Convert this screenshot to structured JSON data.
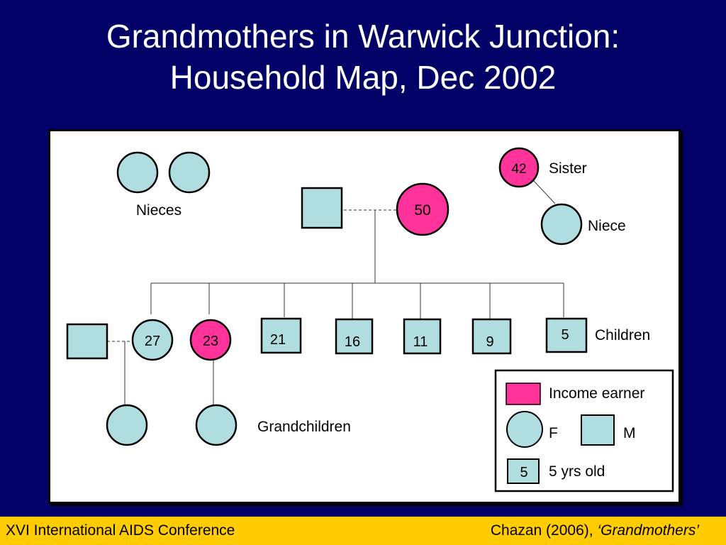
{
  "title": {
    "line1": "Grandmothers in Warwick Junction:",
    "line2": "Household Map, Dec 2002"
  },
  "colors": {
    "background": "#000066",
    "income_earner": "#ff3399",
    "person": "#b0dde0",
    "footer": "#ffcc00"
  },
  "labels": {
    "nieces": "Nieces",
    "sister": "Sister",
    "niece": "Niece",
    "children": "Children",
    "grandchildren": "Grandchildren"
  },
  "people": {
    "grandmother_age": "50",
    "sister_age": "42",
    "children_ages": [
      "27",
      "23",
      "21",
      "16",
      "11",
      "9",
      "5"
    ]
  },
  "legend": {
    "income_earner": "Income earner",
    "female": "F",
    "male": "M",
    "age_example": "5",
    "age_example_label": "5 yrs old"
  },
  "footer": {
    "left": "XVI International AIDS Conference",
    "citation": "Chazan (2006), ",
    "citation_italic": "‘Grandmothers’"
  }
}
